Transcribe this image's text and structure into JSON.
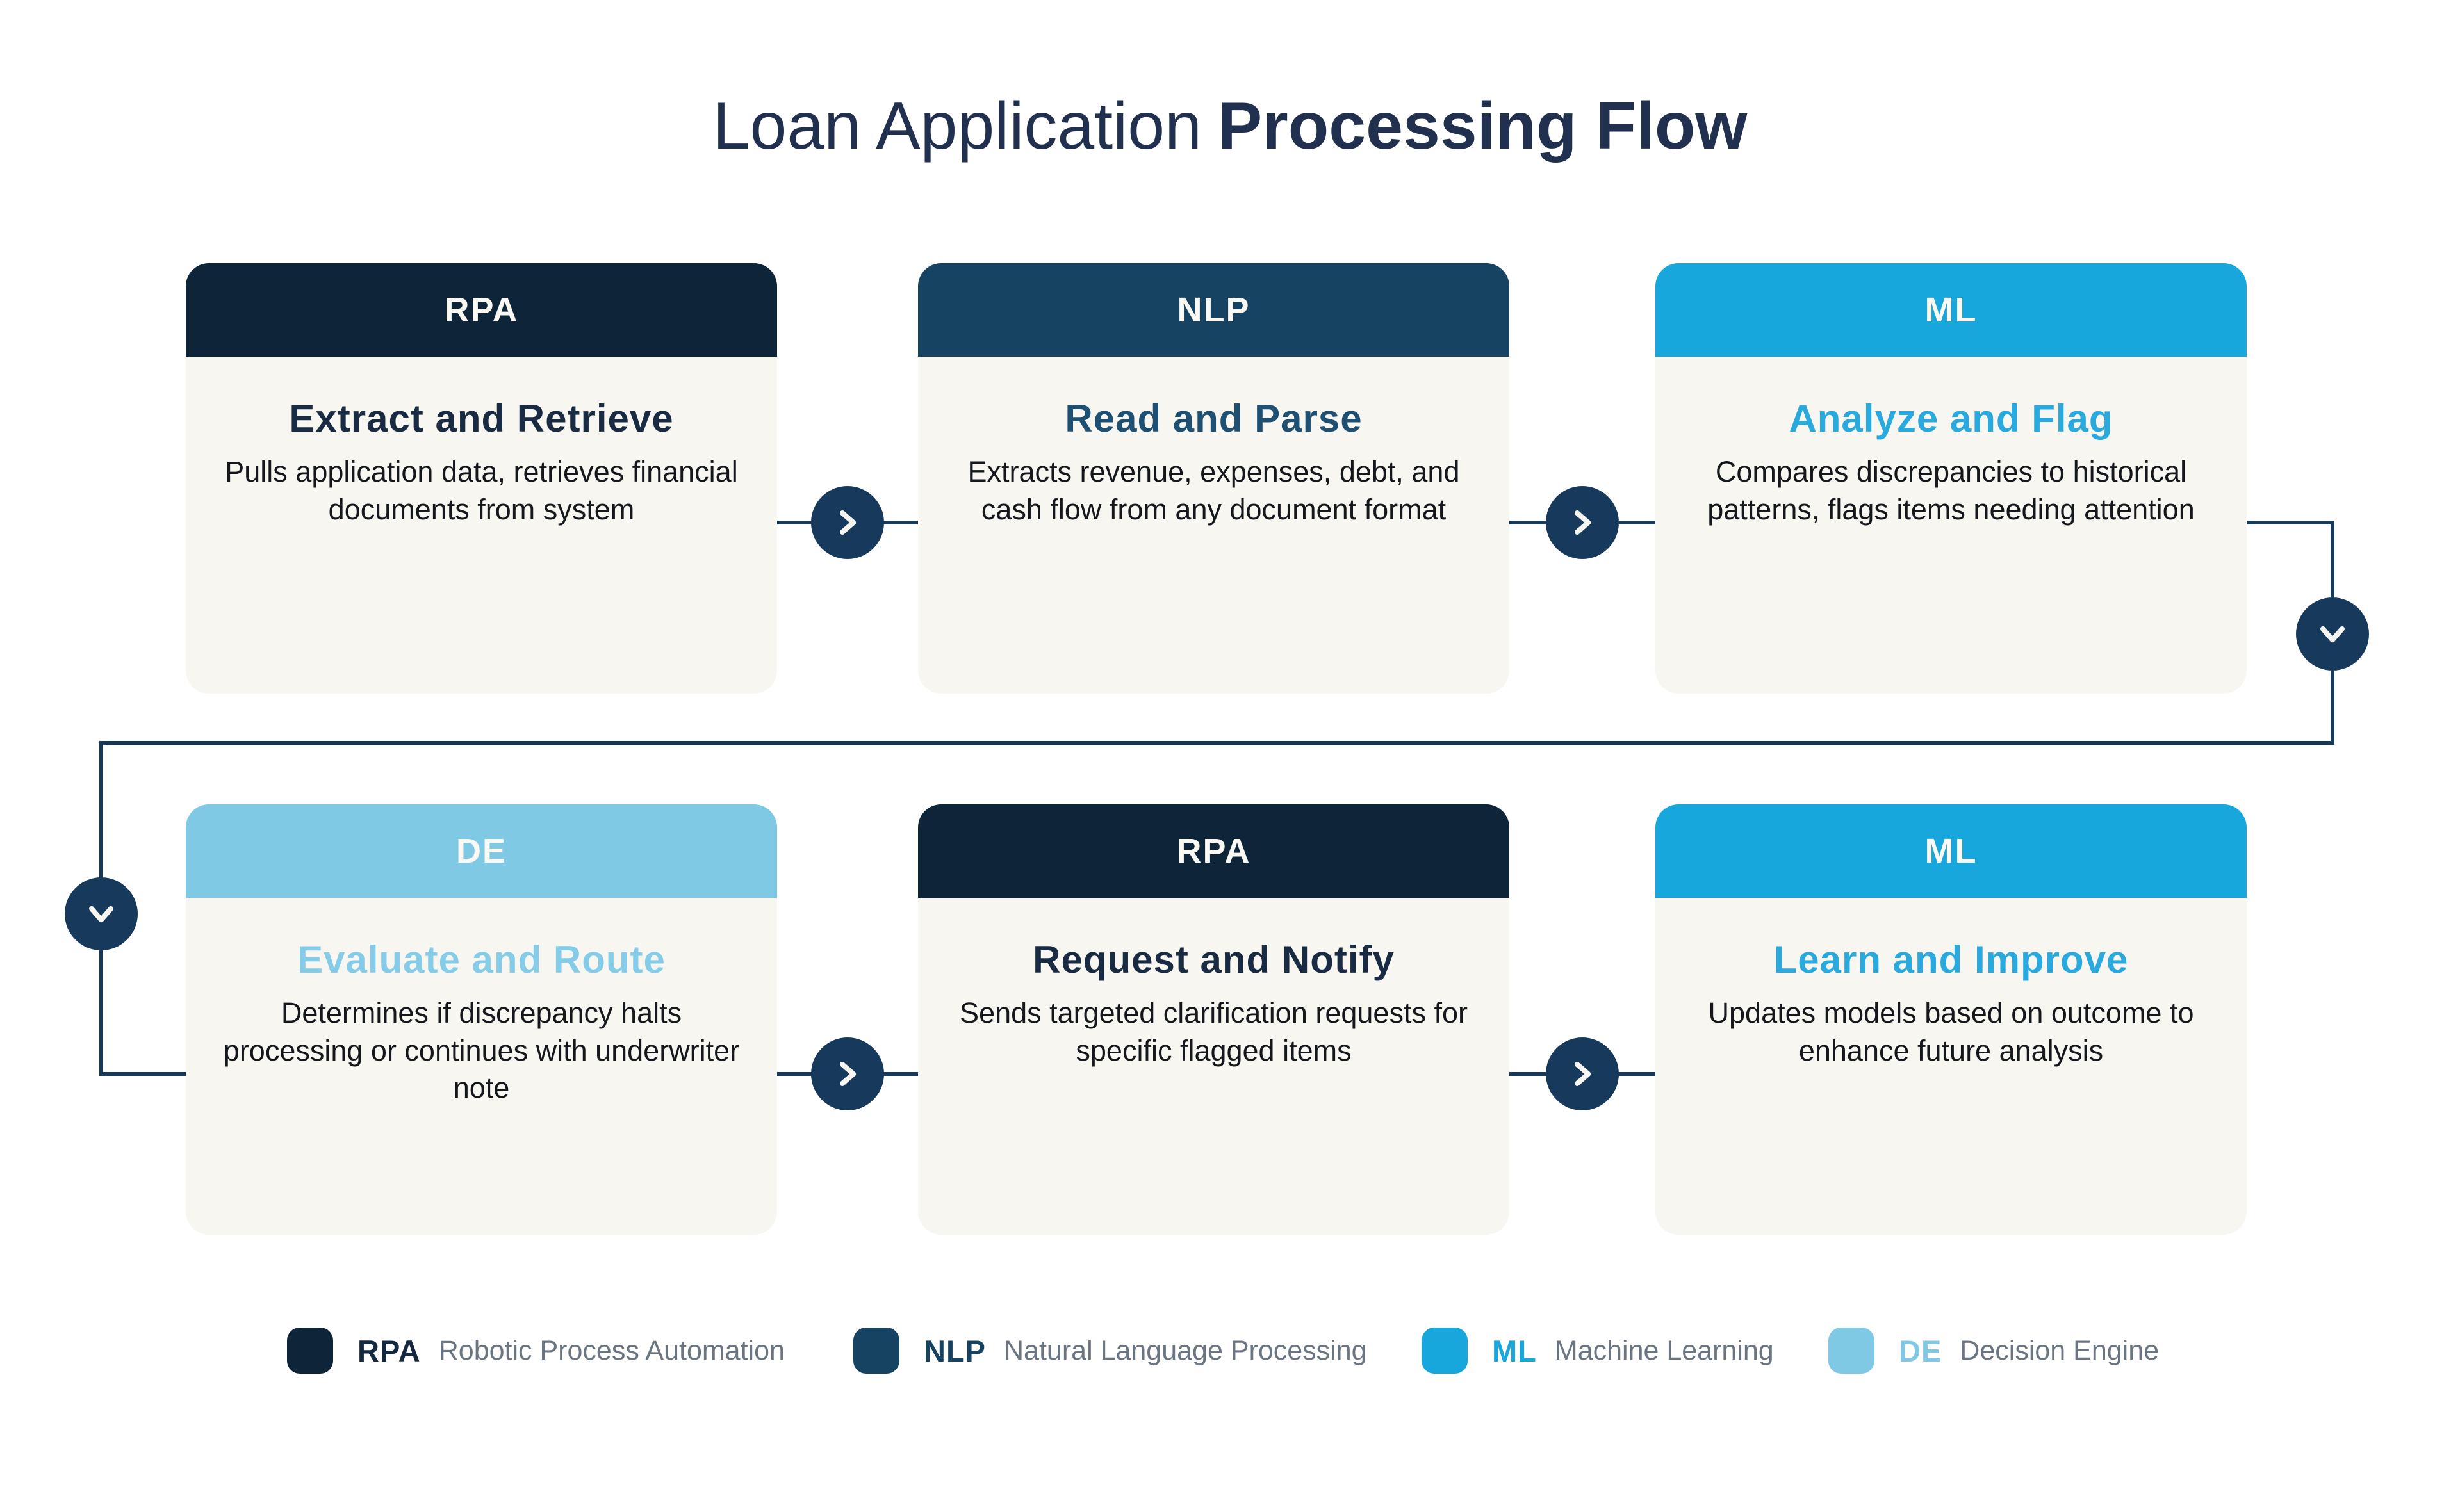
{
  "title": {
    "regular": "Loan Application",
    "bold": "Processing Flow"
  },
  "cards": [
    {
      "tag": "RPA",
      "title": "Extract and Retrieve",
      "description": "Pulls application data, retrieves financial documents from system"
    },
    {
      "tag": "NLP",
      "title": "Read and Parse",
      "description": "Extracts revenue, expenses, debt, and cash flow from any document format"
    },
    {
      "tag": "ML",
      "title": "Analyze and Flag",
      "description": "Compares discrepancies to historical patterns, flags items needing attention"
    },
    {
      "tag": "DE",
      "title": "Evaluate and Route",
      "description": "Determines if discrepancy halts processing or continues with underwriter note"
    },
    {
      "tag": "RPA",
      "title": "Request and Notify",
      "description": "Sends targeted clarification requests for specific flagged items"
    },
    {
      "tag": "ML",
      "title": "Learn and Improve",
      "description": "Updates models based on outcome to enhance future analysis"
    }
  ],
  "legend": [
    {
      "acronym": "RPA",
      "label": "Robotic Process Automation"
    },
    {
      "acronym": "NLP",
      "label": "Natural Language Processing"
    },
    {
      "acronym": "ML",
      "label": "Machine Learning"
    },
    {
      "acronym": "DE",
      "label": "Decision Engine"
    }
  ],
  "colors": {
    "rpa": "#0E2439",
    "nlp": "#164361",
    "ml": "#18A7DC",
    "de": "#80C9E5",
    "connector": "#16395C",
    "card_background": "#F8F6F1",
    "title_text": "#21304F",
    "body_text": "#14171C",
    "legend_label_text": "#6B7582"
  }
}
